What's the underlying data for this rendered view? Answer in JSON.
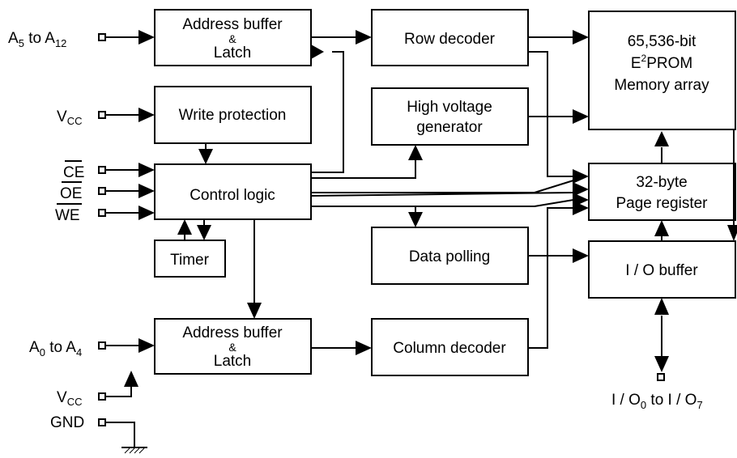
{
  "blocks": {
    "addr_buf_upper": {
      "line1": "Address buffer",
      "amp": "&",
      "line2": "Latch"
    },
    "row_decoder": "Row decoder",
    "memory_array": {
      "line1": "65,536-bit",
      "e": "E",
      "sup": "2",
      "prom": "PROM",
      "line3": "Memory array"
    },
    "write_protection": "Write protection",
    "high_voltage": {
      "line1": "High voltage",
      "line2": "generator"
    },
    "control_logic": "Control logic",
    "page_register": {
      "line1": "32-byte",
      "line2": "Page register"
    },
    "timer": "Timer",
    "data_polling": "Data polling",
    "io_buffer": "I / O buffer",
    "addr_buf_lower": {
      "line1": "Address buffer",
      "amp": "&",
      "line2": "Latch"
    },
    "column_decoder": "Column decoder"
  },
  "pins": {
    "a5_a12": {
      "a": "A",
      "sub1": "5",
      "mid": " to A",
      "sub2": "12"
    },
    "vcc_top": {
      "v": "V",
      "sub": "CC"
    },
    "ce": "CE",
    "oe": "OE",
    "we": "WE",
    "a0_a4": {
      "a": "A",
      "sub1": "0",
      "mid": " to A",
      "sub2": "4"
    },
    "vcc_bottom": {
      "v": "V",
      "sub": "CC"
    },
    "gnd": "GND",
    "io": {
      "p1": "I / O",
      "sub1": "0",
      "mid": " to I / O",
      "sub2": "7"
    }
  }
}
